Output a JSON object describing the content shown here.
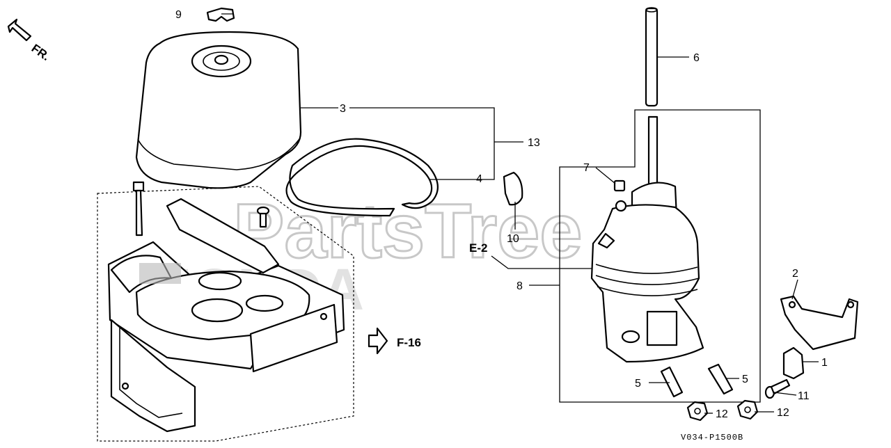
{
  "diagram": {
    "direction_label": "FR.",
    "watermark": {
      "brand": "PartsTree",
      "maker": "HONDA"
    },
    "callouts": [
      {
        "id": "c1",
        "text": "1"
      },
      {
        "id": "c2",
        "text": "2"
      },
      {
        "id": "c3",
        "text": "3"
      },
      {
        "id": "c4",
        "text": "4"
      },
      {
        "id": "c5a",
        "text": "5"
      },
      {
        "id": "c5b",
        "text": "5"
      },
      {
        "id": "c6",
        "text": "6"
      },
      {
        "id": "c7",
        "text": "7"
      },
      {
        "id": "c8",
        "text": "8"
      },
      {
        "id": "c9",
        "text": "9"
      },
      {
        "id": "c10",
        "text": "10"
      },
      {
        "id": "c11",
        "text": "11"
      },
      {
        "id": "c12a",
        "text": "12"
      },
      {
        "id": "c12b",
        "text": "12"
      },
      {
        "id": "c13",
        "text": "13"
      }
    ],
    "references": {
      "e2": "E-2",
      "f16": "F-16"
    },
    "drawing_code": "V034-P1500B"
  }
}
